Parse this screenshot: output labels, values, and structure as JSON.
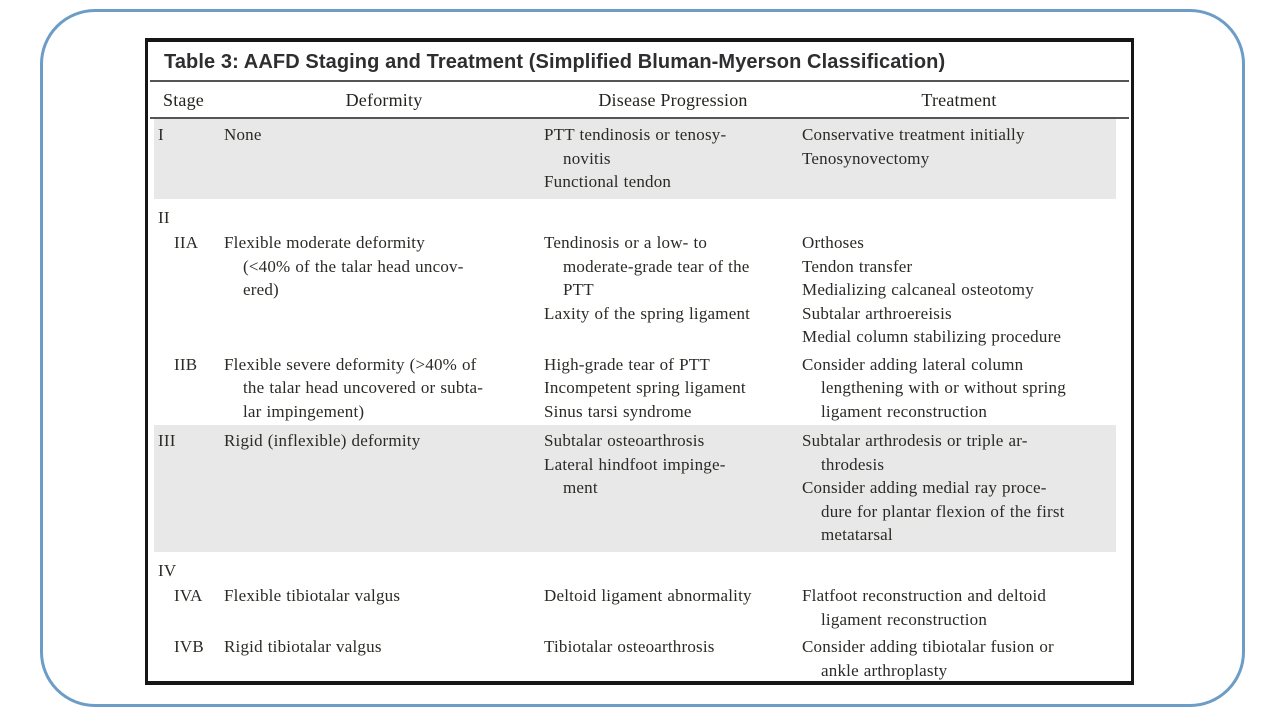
{
  "slide": {
    "frame_color": "#6c9dc6",
    "background_color": "#ffffff"
  },
  "table": {
    "title": "Table 3: AAFD Staging and Treatment (Simplified Bluman-Myerson Classification)",
    "columns": [
      "Stage",
      "Deformity",
      "Disease Progression",
      "Treatment"
    ],
    "shade_color": "#e8e8e8",
    "rows": [
      {
        "stage": "I",
        "type": "data",
        "shaded": true,
        "sub": false,
        "deformity": [
          [
            "None"
          ]
        ],
        "progression": [
          [
            "PTT tendinosis or tenosy-",
            "novitis"
          ],
          [
            "Functional tendon"
          ]
        ],
        "treatment": [
          [
            "Conservative treatment initially"
          ],
          [
            "Tenosynovectomy"
          ]
        ]
      },
      {
        "stage": "II",
        "type": "group",
        "shaded": false,
        "sub": false
      },
      {
        "stage": "IIA",
        "type": "data",
        "shaded": false,
        "sub": true,
        "deformity": [
          [
            "Flexible moderate deformity",
            "(<40% of the talar head uncov-",
            "ered)"
          ]
        ],
        "progression": [
          [
            "Tendinosis or a low- to",
            "moderate-grade tear of the",
            "PTT"
          ],
          [
            "Laxity of the spring ligament"
          ]
        ],
        "treatment": [
          [
            "Orthoses"
          ],
          [
            "Tendon transfer"
          ],
          [
            "Medializing calcaneal osteotomy"
          ],
          [
            "Subtalar arthroereisis"
          ],
          [
            "Medial column stabilizing procedure"
          ]
        ]
      },
      {
        "stage": "IIB",
        "type": "data",
        "shaded": false,
        "sub": true,
        "deformity": [
          [
            "Flexible severe deformity (>40% of",
            "the talar head uncovered or subta-",
            "lar impingement)"
          ]
        ],
        "progression": [
          [
            "High-grade tear of PTT"
          ],
          [
            "Incompetent spring ligament"
          ],
          [
            "Sinus tarsi syndrome"
          ]
        ],
        "treatment": [
          [
            "Consider adding lateral column",
            "lengthening with or without spring",
            "ligament reconstruction"
          ]
        ]
      },
      {
        "stage": "III",
        "type": "data",
        "shaded": true,
        "sub": false,
        "deformity": [
          [
            "Rigid (inflexible) deformity"
          ]
        ],
        "progression": [
          [
            "Subtalar osteoarthrosis"
          ],
          [
            "Lateral hindfoot impinge-",
            "ment"
          ]
        ],
        "treatment": [
          [
            "Subtalar arthrodesis or triple ar-",
            "throdesis"
          ],
          [
            "Consider adding medial ray proce-",
            "dure for plantar flexion of the first",
            "metatarsal"
          ]
        ]
      },
      {
        "stage": "IV",
        "type": "group",
        "shaded": false,
        "sub": false
      },
      {
        "stage": "IVA",
        "type": "data",
        "shaded": false,
        "sub": true,
        "deformity": [
          [
            "Flexible tibiotalar valgus"
          ]
        ],
        "progression": [
          [
            "Deltoid ligament abnormality"
          ]
        ],
        "treatment": [
          [
            "Flatfoot reconstruction and deltoid",
            "ligament reconstruction"
          ]
        ]
      },
      {
        "stage": "IVB",
        "type": "data",
        "shaded": false,
        "sub": true,
        "deformity": [
          [
            "Rigid tibiotalar valgus"
          ]
        ],
        "progression": [
          [
            "Tibiotalar osteoarthrosis"
          ]
        ],
        "treatment": [
          [
            "Consider adding tibiotalar fusion or",
            "ankle arthroplasty"
          ]
        ]
      }
    ]
  }
}
